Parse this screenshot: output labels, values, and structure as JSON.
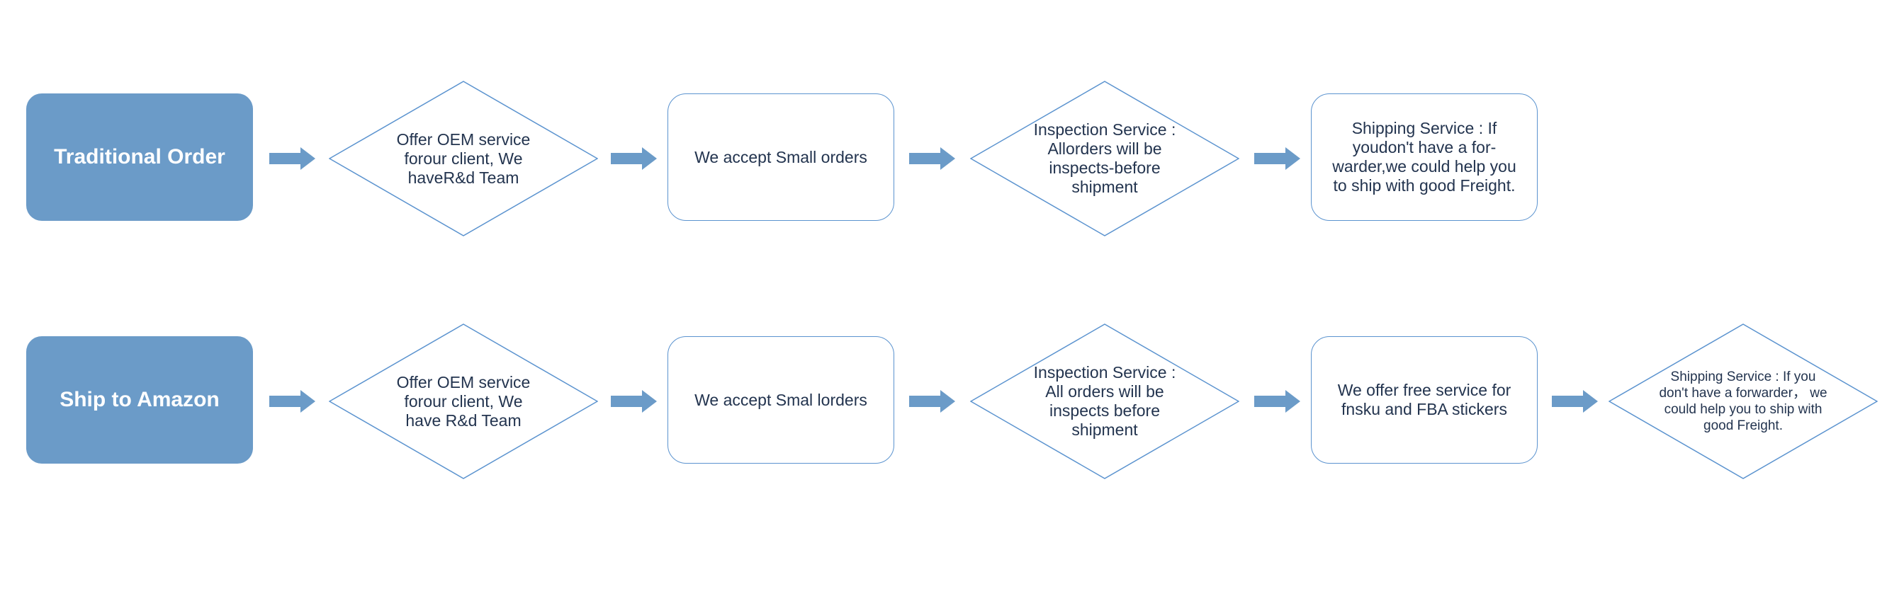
{
  "colors": {
    "start_fill": "#6b9bc8",
    "stroke": "#5b93cf",
    "arrow": "#6b9bc8",
    "text": "#23344f"
  },
  "rows": [
    {
      "start": "Traditional Order",
      "steps": [
        {
          "shape": "diamond",
          "text": "Offer OEM service forour client, We haveR&d Team"
        },
        {
          "shape": "rounded-box",
          "text": "We accept Small orders"
        },
        {
          "shape": "diamond",
          "text": "Inspection Service : Allorders will be inspects-before shipment"
        },
        {
          "shape": "rounded-box",
          "text": "Shipping Service : If youdon't have a for-warder,we could help you to ship with good Freight."
        }
      ]
    },
    {
      "start": "Ship to Amazon",
      "steps": [
        {
          "shape": "diamond",
          "text": "Offer OEM service forour client, We have R&d Team"
        },
        {
          "shape": "rounded-box",
          "text": "We accept Smal lorders"
        },
        {
          "shape": "diamond",
          "text": "Inspection Service : All orders will be inspects before shipment"
        },
        {
          "shape": "rounded-box",
          "text": "We offer free service for fnsku and FBA stickers"
        },
        {
          "shape": "diamond",
          "text": "Shipping Service : If you don't have a forwarder， we could help you to ship with good Freight."
        }
      ]
    }
  ]
}
